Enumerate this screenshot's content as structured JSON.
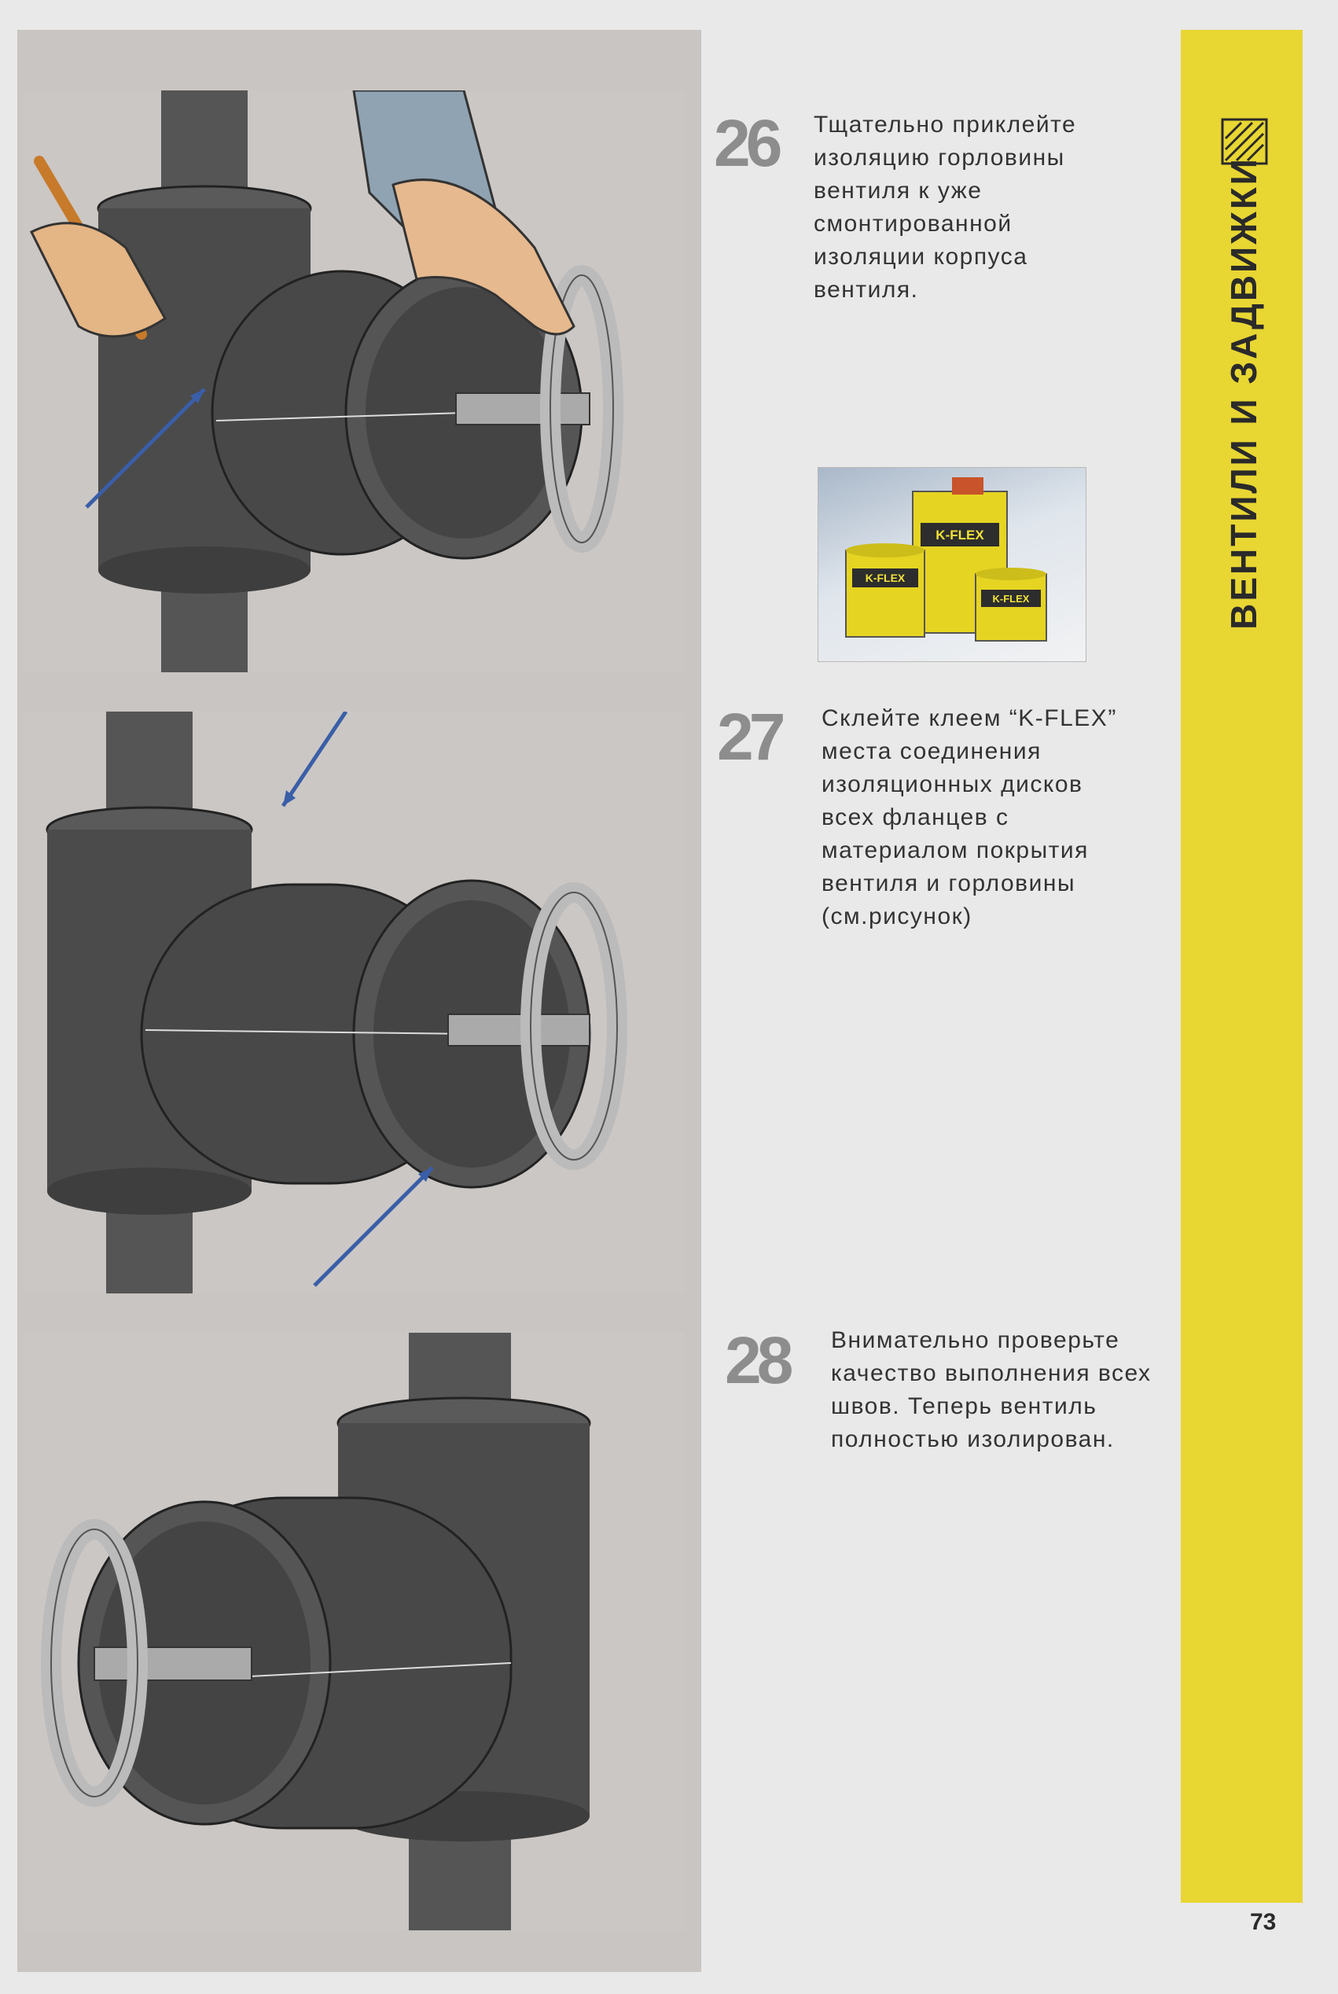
{
  "section": {
    "title": "ВЕНТИЛИ И ЗАДВИЖКИ",
    "page_number": "73",
    "band_color": "#e8d633",
    "logo_icon": "layered-triangle-logo-icon"
  },
  "steps": [
    {
      "number": "26",
      "text": "Тщательно приклейте\nизоляцию горловины\nвентиля к уже\nсмонтированной\nизоляции корпуса\nвентиля."
    },
    {
      "number": "27",
      "text": "Склейте клеем “K-FLEX”\nместа соединения\nизоляционных дисков\nвсех фланцев с\nматериалом покрытия\nвентиля и горловины\n(см.рисунок)"
    },
    {
      "number": "28",
      "text": "Внимательно проверьте\nкачество выполнения всех\nшвов. Теперь вентиль\nполностью изолирован."
    }
  ],
  "product": {
    "brand": "K-FLEX",
    "can_color": "#e6d422"
  },
  "colors": {
    "insulation": "#4a4a4a",
    "pipe": "#555555",
    "arrow": "#3a5ea8"
  }
}
